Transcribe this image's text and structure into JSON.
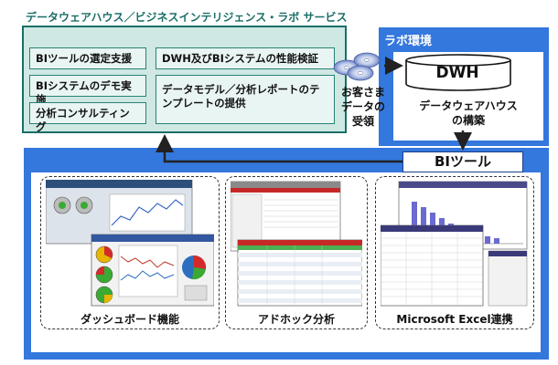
{
  "service": {
    "title": "データウェアハウス／ビジネスインテリジェンス・ラボ サービス",
    "items": {
      "bi_tool_selection": "BIツールの選定支援",
      "bi_system_demo": "BIシステムのデモ実施",
      "analysis_consulting": "分析コンサルティング",
      "dwh_bi_verification": "DWH及びBIシステムの性能検証",
      "template_provision": "データモデル／分析レポートのテンプレートの提供"
    }
  },
  "customer_data": {
    "line1": "お客さま",
    "line2": "データの",
    "line3": "受領"
  },
  "lab": {
    "title": "ラボ環境",
    "dwh_label": "DWH",
    "build_line1": "データウェアハウス",
    "build_line2": "の構築"
  },
  "bi": {
    "tool_label": "BIツール",
    "dashboard_caption": "ダッシュボード機能",
    "adhoc_caption": "アドホック分析",
    "excel_caption": "Microsoft Excel連携"
  },
  "colors": {
    "service_fill": "#cfe8e3",
    "service_border": "#1a6f67",
    "lab_blue": "#3477dd",
    "arrow": "#222222"
  },
  "icons": {
    "discs": "cd-discs-icon",
    "cylinder": "database-cylinder-icon"
  }
}
